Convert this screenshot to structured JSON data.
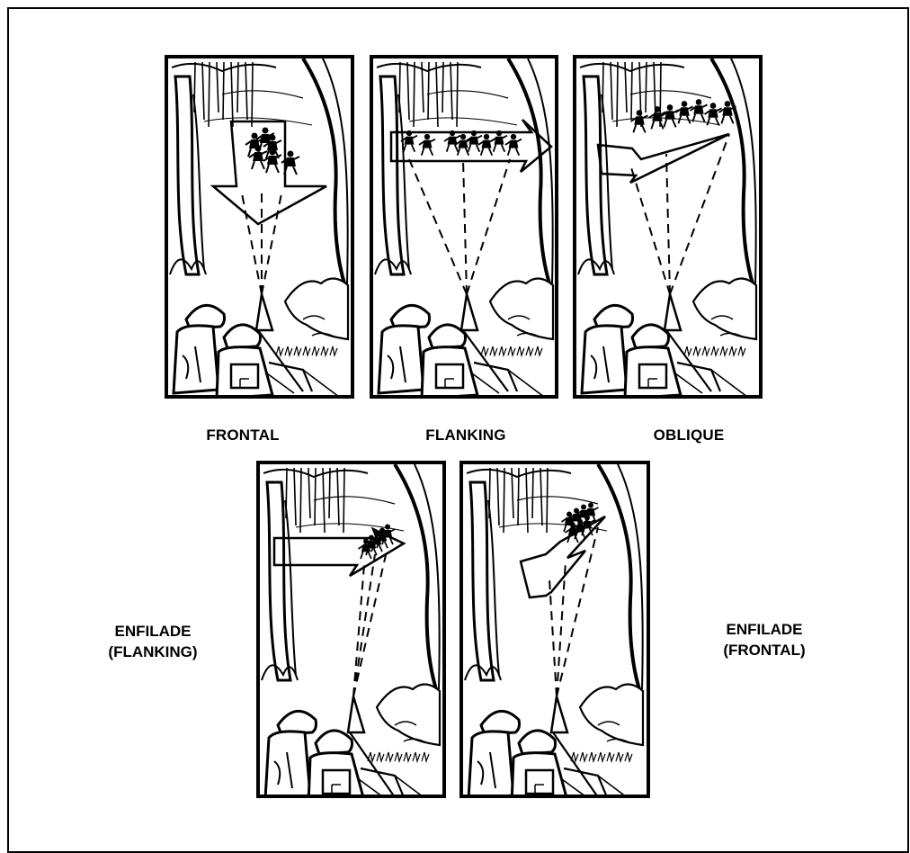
{
  "figure": {
    "labels": {
      "frontal": "FRONTAL",
      "flanking": "FLANKING",
      "oblique": "OBLIQUE",
      "enfilade_flanking_line1": "ENFILADE",
      "enfilade_flanking_line2": "(FLANKING)",
      "enfilade_frontal_line1": "ENFILADE",
      "enfilade_frontal_line2": "(FRONTAL)"
    },
    "panels": [
      {
        "id": "frontal",
        "arrow": "arrow-down-icon"
      },
      {
        "id": "flanking",
        "arrow": "arrow-right-icon"
      },
      {
        "id": "oblique",
        "arrow": "arrow-down-left-icon"
      },
      {
        "id": "enfilade-flanking",
        "arrow": "arrow-right-icon"
      },
      {
        "id": "enfilade-frontal",
        "arrow": "arrow-down-left-icon"
      }
    ],
    "ink_color": "#000000",
    "paper_color": "#ffffff"
  }
}
